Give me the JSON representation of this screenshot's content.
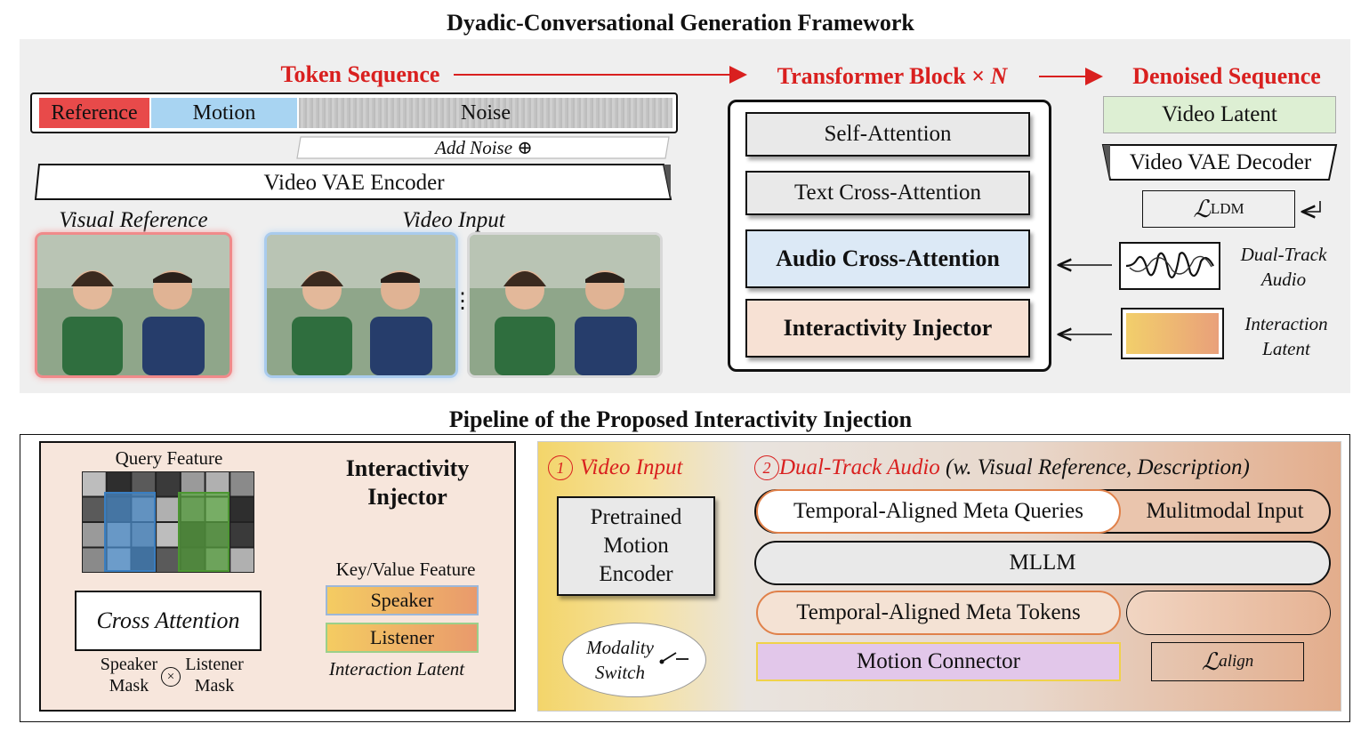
{
  "titles": {
    "framework": "Dyadic-Conversational Generation Framework",
    "pipeline": "Pipeline of the Proposed  Interactivity Injection"
  },
  "top": {
    "token_sequence": "Token Sequence",
    "transformer_block": "Transformer Block ×",
    "transformer_n": "N",
    "denoised_sequence": "Denoised Sequence",
    "tokens": {
      "reference": "Reference",
      "motion": "Motion",
      "noise": "Noise"
    },
    "add_noise": "Add Noise ⊕",
    "vae_encoder": "Video VAE Encoder",
    "visual_reference": "Visual Reference",
    "video_input": "Video Input",
    "ellipsis": "⋮",
    "blocks": {
      "self_attention": "Self-Attention",
      "text_cross_attention": "Text Cross-Attention",
      "audio_cross_attention": "Audio Cross-Attention",
      "interactivity_injector": "Interactivity Injector"
    },
    "video_latent": "Video Latent",
    "vae_decoder": "Video VAE Decoder",
    "loss_ldm": "ℒ",
    "loss_ldm_sub": "LDM",
    "dual_track_audio_1": "Dual-Track",
    "dual_track_audio_2": "Audio",
    "interaction_latent_1": "Interaction",
    "interaction_latent_2": "Latent"
  },
  "bottom": {
    "query_feature": "Query Feature",
    "injector_title_1": "Interactivity",
    "injector_title_2": "Injector",
    "key_value_feature": "Key/Value Feature",
    "speaker": "Speaker",
    "listener": "Listener",
    "interaction_latent": "Interaction Latent",
    "cross_attention": "Cross Attention",
    "speaker_mask_1": "Speaker",
    "speaker_mask_2": "Mask",
    "listener_mask_1": "Listener",
    "listener_mask_2": "Mask",
    "times": "×",
    "step1_num": "1",
    "step1_label": "Video Input",
    "step2_num": "2",
    "step2_label": "Dual-Track Audio",
    "step2_suffix": "(w. Visual Reference, Description)",
    "pretrained_1": "Pretrained",
    "pretrained_2": "Motion",
    "pretrained_3": "Encoder",
    "modality_1": "Modality",
    "modality_2": "Switch",
    "meta_queries": "Temporal-Aligned Meta Queries",
    "multimodal_input": "Mulitmodal Input",
    "mllm": "MLLM",
    "meta_tokens": "Temporal-Aligned Meta Tokens",
    "motion_connector": "Motion Connector",
    "loss_align": "ℒ",
    "loss_align_sub": "align"
  },
  "colors": {
    "accent_red": "#d9201f",
    "reference": "#e84a4a",
    "motion": "#a8d4f2",
    "audio_block": "#dce9f6",
    "injector_block": "#f7e1d4",
    "video_latent": "#ddefd3",
    "motion_connector": "#e2c7ea",
    "speaker": "#f0c070",
    "listener": "#f0c070"
  },
  "icons": {
    "waveform": "waveform-icon",
    "switch": "switch-icon",
    "return_arrow": "return-arrow-icon"
  }
}
